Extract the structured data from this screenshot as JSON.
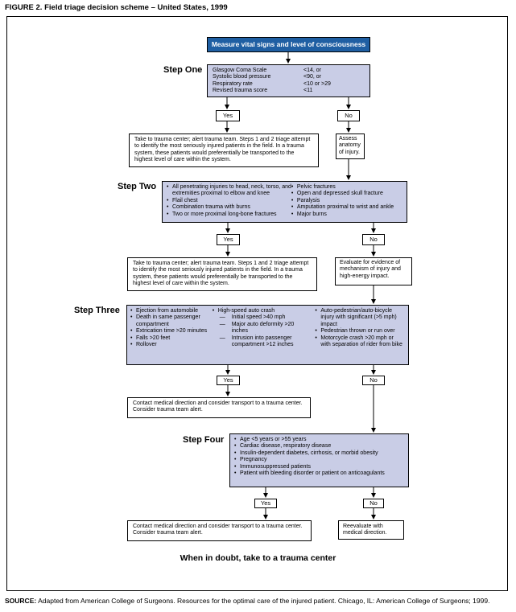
{
  "figure_title": "FIGURE 2. Field triage decision scheme – United States, 1999",
  "source_label": "SOURCE:",
  "source_text": "Adapted from American College of Surgeons. Resources for the optimal care of the injured patient. Chicago, IL: American College of Surgeons; 1999.",
  "top_box": "Measure vital signs and level of consciousness",
  "steps": {
    "one": "Step One",
    "two": "Step Two",
    "three": "Step Three",
    "four": "Step Four"
  },
  "step_one": {
    "rows": [
      {
        "label": "Glasgow Coma Scale",
        "value": "<14, or"
      },
      {
        "label": "Systolic blood pressure",
        "value": "<90, or"
      },
      {
        "label": "Respiratory rate",
        "value": "<10 or >29"
      },
      {
        "label": "Revised trauma score",
        "value": "<11"
      }
    ]
  },
  "yes": "Yes",
  "no": "No",
  "step_one_yes_text": "Take to trauma center; alert trauma team. Steps 1 and 2 triage attempt to identify the most seriously injured patients in the field. In a trauma system, these patients would preferentially be transported to the highest level of care within the system.",
  "step_one_no_text": "Assess anatomy of injury.",
  "step_two": {
    "left": [
      "All penetrating injuries to head, neck, torso, and extremities proximal to elbow and knee",
      "Flail chest",
      "Combination trauma with burns",
      "Two or more proximal long-bone fractures"
    ],
    "right": [
      "Pelvic fractures",
      "Open and depressed skull fracture",
      "Paralysis",
      "Amputation proximal to wrist and ankle",
      "Major burns"
    ]
  },
  "step_two_yes_text": "Take to trauma center; alert trauma team. Steps 1 and 2 triage attempt to identify the most seriously injured patients in the field. In a trauma system, these patients would preferentially be transported to the highest level of care within the system.",
  "step_two_no_text": "Evaluate for evidence of mechanism of injury and high-energy impact.",
  "step_three": {
    "col1": [
      "Ejection from automobile",
      "Death in same passenger compartment",
      "Extrication time >20 minutes",
      "Falls >20 feet",
      "Rollover"
    ],
    "col2_head": "High-speed auto crash",
    "col2_sub": [
      "Initial speed >40 mph",
      "Major auto deformity >20 inches",
      "Intrusion into passenger compartment >12 inches"
    ],
    "col3": [
      "Auto-pedestrian/auto-bicycle injury with significant (>5 mph) impact",
      "Pedestrian thrown or run over",
      "Motorcycle crash >20 mph or with separation of rider from bike"
    ]
  },
  "step_three_yes_text": "Contact medical direction and consider transport to a trauma center. Consider trauma team alert.",
  "step_four": {
    "items": [
      "Age <5 years or >55 years",
      "Cardiac disease, respiratory disease",
      "Insulin-dependent diabetes, cirrhosis, or morbid obesity",
      "Pregnancy",
      "Immunosuppressed patients",
      "Patient with bleeding disorder or patient on anticoagulants"
    ]
  },
  "step_four_yes_text": "Contact medical direction and consider transport to a trauma center. Consider trauma team alert.",
  "step_four_no_text": "Reevaluate with medical direction.",
  "footer_text": "When in doubt, take to a trauma center",
  "colors": {
    "box_fill": "#c9cde6",
    "top_box_fill": "#1f5fa3"
  }
}
